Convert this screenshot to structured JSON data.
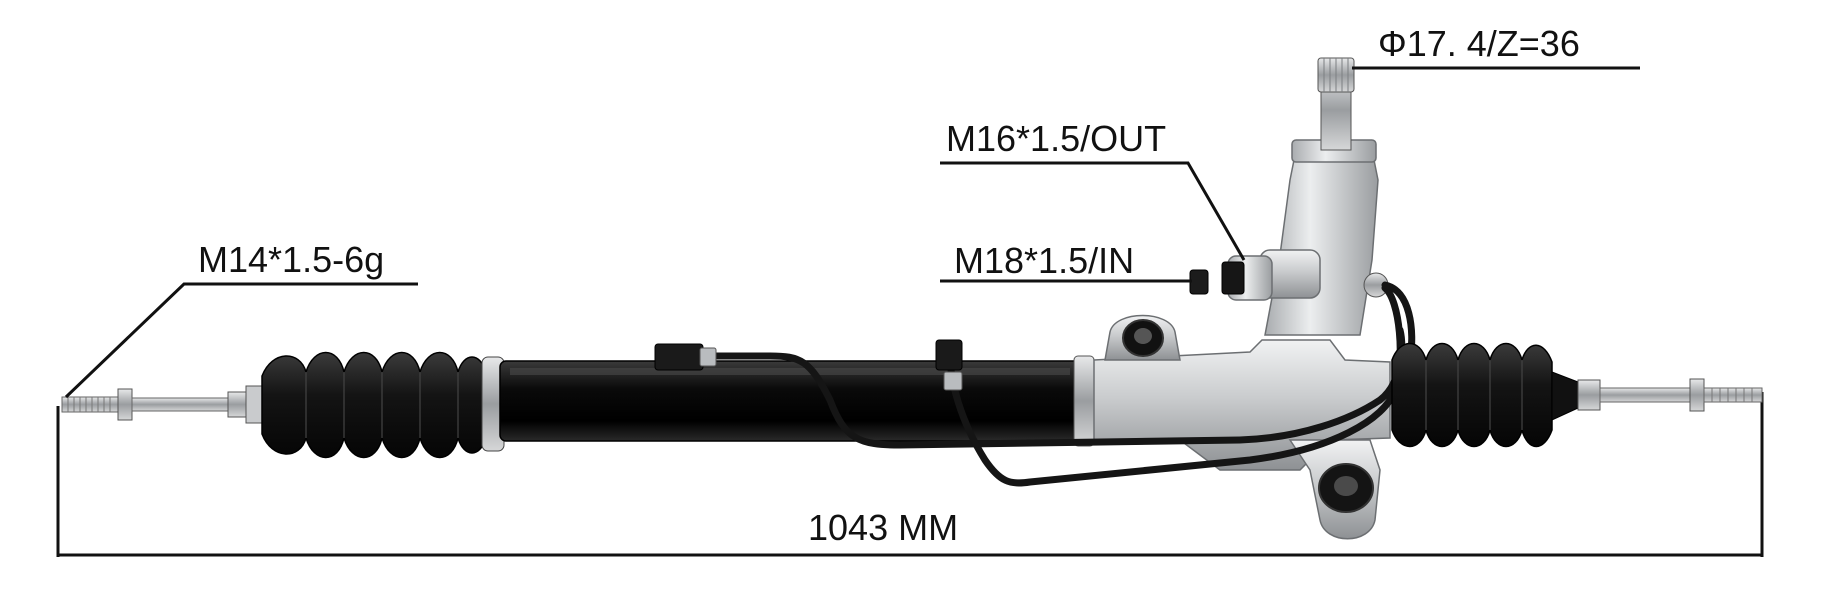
{
  "labels": {
    "spline": "Φ17. 4/Z=36",
    "outlet_port": "M16*1.5/OUT",
    "inlet_port": "M18*1.5/IN",
    "tie_rod_thread": "M14*1.5-6g",
    "overall_length": "1043 MM"
  },
  "colors": {
    "background": "#ffffff",
    "annotation": "#111111",
    "boot": "#151515",
    "rack_tube": "#0b0b0b",
    "aluminum": "#d2d4d6",
    "steel": "#b9bcbf"
  }
}
